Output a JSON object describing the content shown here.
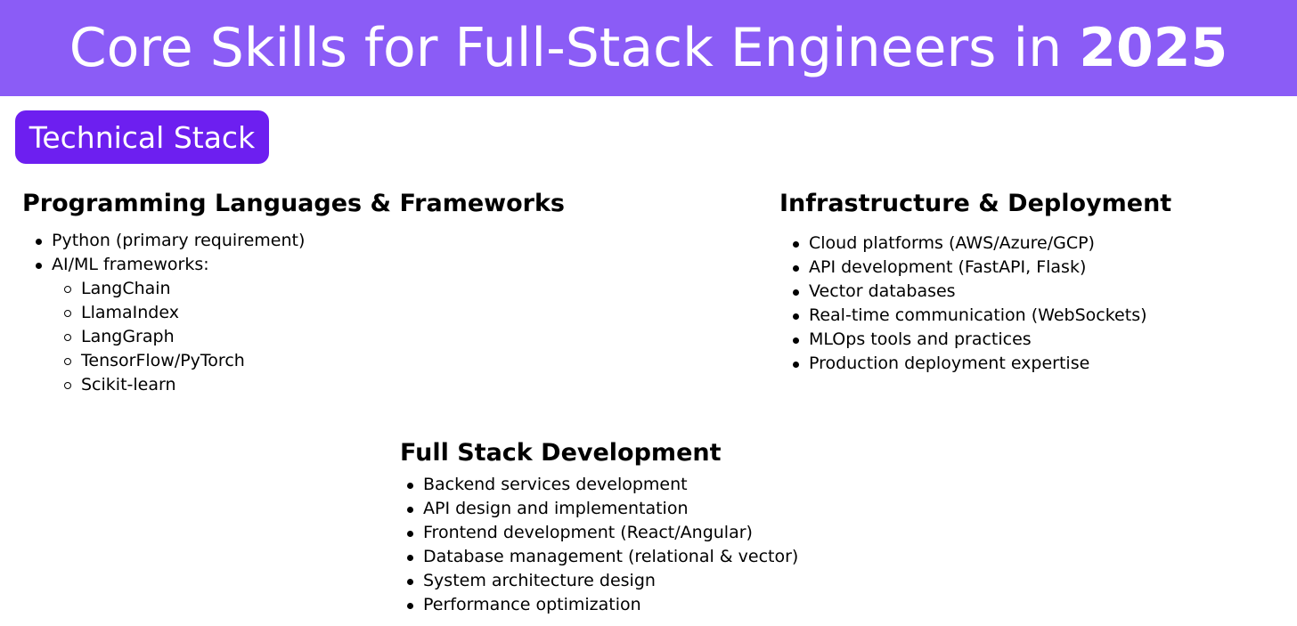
{
  "banner": {
    "title_main": "Core Skills for Full-Stack Engineers in ",
    "title_year": "2025",
    "background": "#8b5cf6"
  },
  "badge": {
    "label": "Technical Stack",
    "background": "#6d1ff0"
  },
  "sections": {
    "programming": {
      "heading": "Programming Languages & Frameworks",
      "items": {
        "python": "Python (primary requirement)",
        "aiml": "AI/ML frameworks:",
        "sub": [
          "LangChain",
          "LlamaIndex",
          "LangGraph",
          "TensorFlow/PyTorch",
          "Scikit-learn"
        ]
      }
    },
    "infra": {
      "heading": "Infrastructure & Deployment",
      "items": [
        "Cloud platforms (AWS/Azure/GCP)",
        "API development (FastAPI, Flask)",
        "Vector databases",
        "Real-time communication (WebSockets)",
        "MLOps tools and practices",
        "Production deployment expertise"
      ]
    },
    "fullstack": {
      "heading": "Full Stack Development",
      "items": [
        "Backend services development",
        "API design and implementation",
        "Frontend development (React/Angular)",
        "Database management (relational & vector)",
        "System architecture design",
        "Performance optimization"
      ]
    }
  }
}
